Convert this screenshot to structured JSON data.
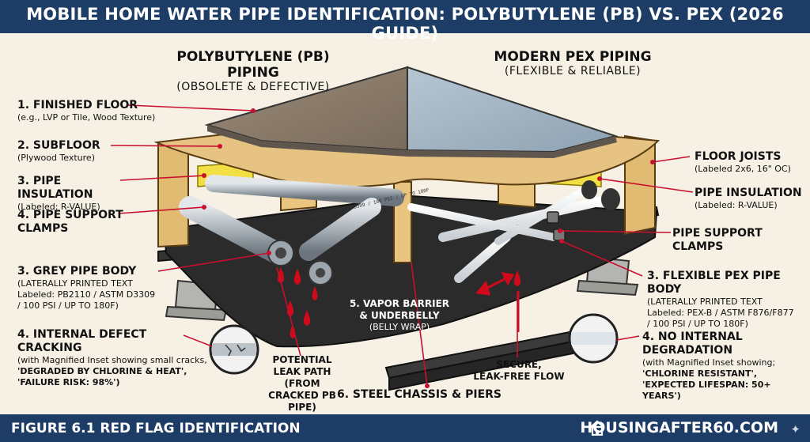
{
  "title": "MOBILE HOME WATER PIPE IDENTIFICATION: POLYBUTYLENE (PB) VS. PEX (2026 GUIDE)",
  "headers": {
    "pb": {
      "name": "POLYBUTYLENE (PB) PIPING",
      "sub": "(OBSOLETE & DEFECTIVE)"
    },
    "pex": {
      "name": "MODERN PEX PIPING",
      "sub": "(FLEXIBLE & RELIABLE)"
    }
  },
  "left_labels": {
    "finished_floor": {
      "title": "1. FINISHED FLOOR",
      "sub": "(e.g., LVP or Tile, Wood Texture)"
    },
    "subfloor": {
      "title": "2. SUBFLOOR",
      "sub": "(Plywood Texture)"
    },
    "insulation": {
      "title": "3. PIPE INSULATION",
      "sub": "(Labeled: R-VALUE)"
    },
    "clamps": {
      "title": "4. PIPE SUPPORT",
      "title2": "CLAMPS"
    },
    "pipe_body": {
      "title": "3. GREY PIPE BODY",
      "sub": "(LATERALLY PRINTED TEXT",
      "sub2": "Labeled: PB2110 / ASTM D3309",
      "sub3": "/ 100 PSI / UP TO 180F)"
    },
    "cracking": {
      "title": "4. INTERNAL DEFECT CRACKING",
      "sub": "(with Magnified Inset showing small cracks,",
      "sub2": "'DEGRADED BY CHLORINE & HEAT',",
      "sub3": "'FAILURE RISK: 98%')"
    }
  },
  "right_labels": {
    "joists": {
      "title": "FLOOR JOISTS",
      "sub": "(Labeled 2x6, 16\" OC)"
    },
    "insulation": {
      "title": "PIPE INSULATION",
      "sub": "(Labeled: R-VALUE)"
    },
    "clamps": {
      "title": "PIPE SUPPORT",
      "title2": "CLAMPS"
    },
    "pipe_body": {
      "title": "3. FLEXIBLE PEX PIPE BODY",
      "sub": "(LATERALLY PRINTED TEXT",
      "sub2": "Labeled: PEX-B / ASTM F876/F877",
      "sub3": "/ 100 PSI / UP TO 180F)"
    },
    "no_degradation": {
      "title": "4. NO INTERNAL DEGRADATION",
      "sub": "(with Magnified Inset showing;",
      "sub2": "'CHLORINE RESISTANT',",
      "sub3": "'EXPECTED LIFESPAN: 50+ YEARS')"
    }
  },
  "center_labels": {
    "vapor": {
      "title": "5. VAPOR BARRIER",
      "title2": "& UNDERBELLY",
      "sub": "(BELLY WRAP)"
    },
    "leak": {
      "l1": "POTENTIAL",
      "l2": "LEAK PATH (FROM",
      "l3": "CRACKED PB PIPE)"
    },
    "secure": {
      "l1": "SECURE,",
      "l2": "LEAK-FREE FLOW"
    },
    "chassis": {
      "title": "6. STEEL CHASSIS & PIERS"
    }
  },
  "pipe_print": "PB2110 / ASTM D3309 / 100 PSI / UP TO 180F",
  "footer": {
    "figure": "FIGURE 6.1  RED FLAG IDENTIFICATION",
    "brand": "HOUSINGAFTER60.COM"
  },
  "colors": {
    "header_bg": "#1d3c66",
    "accent_red": "#c8102e",
    "page_bg": "#f6f1e4"
  }
}
